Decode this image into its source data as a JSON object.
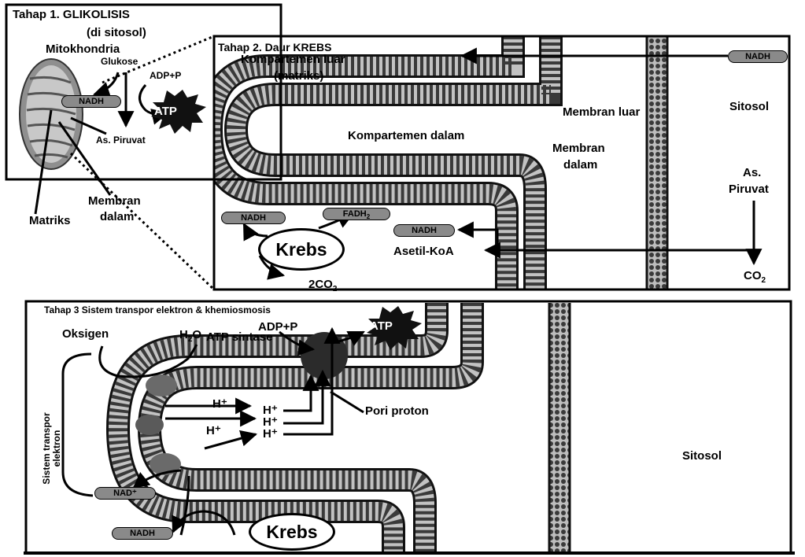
{
  "stage1": {
    "title": "Tahap 1. GLIKOLISIS",
    "subtitle": "(di sitosol)",
    "mitochondria": "Mitokhondria",
    "glucose": "Glukose",
    "adp": "ADP+P",
    "nadh": "NADH",
    "atp": "ATP",
    "pyruvate": "As. Piruvat",
    "matrix": "Matriks",
    "inner_membrane_1": "Membran",
    "inner_membrane_2": "dalam"
  },
  "stage2": {
    "title": "Tahap 2. Daur KREBS",
    "outer_compartment": "Kompartemen luar",
    "matrix_note": "(matriks)",
    "inner_compartment": "Kompartemen dalam",
    "outer_membrane": "Membran luar",
    "cytosol": "Sitosol",
    "inner_membrane_1": "Membran",
    "inner_membrane_2": "dalam",
    "pyruvate_1": "As.",
    "pyruvate_2": "Piruvat",
    "nadh_top": "NADH",
    "nadh_left": "NADH",
    "fadh": "FADH",
    "fadh_sub": "2",
    "krebs": "Krebs",
    "co2_krebs": "2CO",
    "co2_krebs_sub": "2",
    "nadh_mid": "NADH",
    "acetyl": "Asetil-KoA",
    "co2": "CO",
    "co2_sub": "2"
  },
  "stage3": {
    "title": "Tahap 3 Sistem transpor elektron & khemiosmosis",
    "oxygen": "Oksigen",
    "water": "H",
    "water_sub": "2",
    "water_end": "O",
    "atp_synthase": "ATP sintase",
    "adp": "ADP+P",
    "atp": "ATP",
    "h1": "H⁺",
    "h2": "H⁺",
    "h3": "H⁺",
    "h4": "H⁺",
    "h5": "H⁺",
    "pore": "Pori proton",
    "ets_1": "Sistem transpor",
    "ets_2": "elektron",
    "nad": "NAD⁺",
    "nadh": "NADH",
    "krebs": "Krebs",
    "cytosol": "Sitosol"
  },
  "colors": {
    "membrane_head": "#2a2a2a",
    "membrane_tail": "#9a9a9a",
    "pill": "#8a8a8a",
    "background": "#ffffff"
  }
}
